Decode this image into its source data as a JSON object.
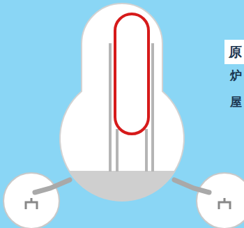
{
  "diagram": {
    "nodes": [
      {
        "text": [
          "原"
        ]
      }
    ],
    "labels": [
      "炉",
      "屋"
    ]
  }
}
